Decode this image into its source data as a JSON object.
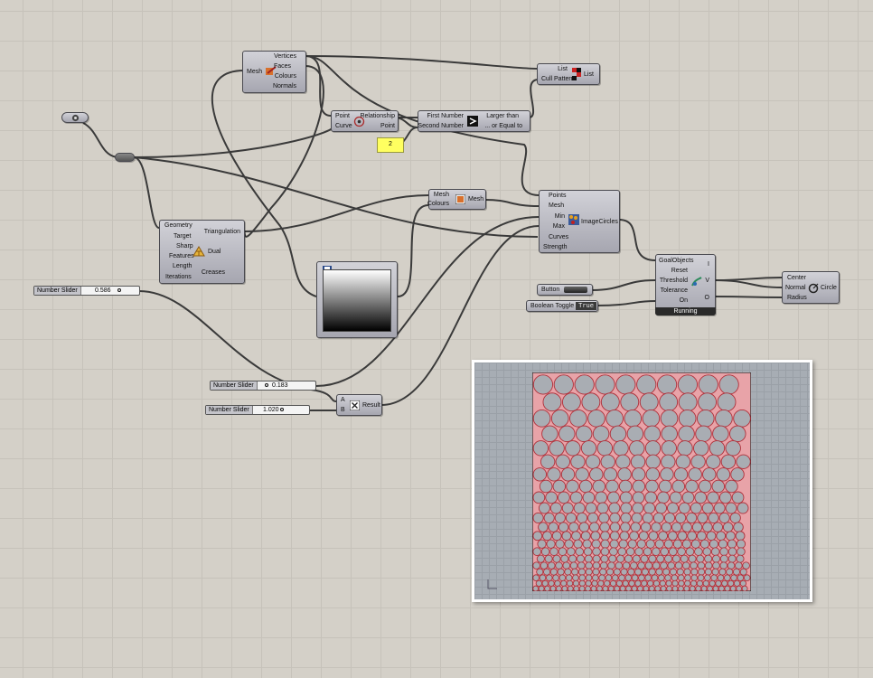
{
  "canvas": {
    "mesh_deconstruct": {
      "input": "Mesh",
      "outputs": [
        "Vertices",
        "Faces",
        "Colours",
        "Normals"
      ]
    },
    "list_cull": {
      "inputs": [
        "List",
        "Cull Pattern"
      ],
      "output": "List"
    },
    "point_in_curve": {
      "inputs": [
        "Point",
        "Curve"
      ],
      "outputs": [
        "Relationship",
        "Point"
      ]
    },
    "larger_than": {
      "inputs": [
        "First Number",
        "Second Number"
      ],
      "outputs": [
        "Larger than",
        "... or Equal to"
      ]
    },
    "yellow_panel": {
      "value": "2"
    },
    "mesh_colour": {
      "inputs": [
        "Mesh",
        "Colours"
      ],
      "output": "Mesh"
    },
    "image_circles": {
      "inputs": [
        "Points",
        "Mesh",
        "Min",
        "Max",
        "Curves",
        "Strength"
      ],
      "title": "ImageCircles"
    },
    "triangulation": {
      "inputs": [
        "Geometry",
        "Target",
        "Sharp",
        "Features",
        "Length",
        "Iterations"
      ],
      "outputs": [
        "Triangulation",
        "Dual",
        "Creases"
      ]
    },
    "kangaroo_solver": {
      "inputs": [
        "GoalObjects",
        "Reset",
        "Threshold",
        "Tolerance",
        "On"
      ],
      "outputs": [
        "I",
        "V",
        "O"
      ],
      "status": "Running"
    },
    "circle_cnr": {
      "inputs": [
        "Center",
        "Normal",
        "Radius"
      ],
      "output": "Circle"
    },
    "multiply": {
      "inputs": [
        "A",
        "B"
      ],
      "output": "Result"
    },
    "button": {
      "label": "Button"
    },
    "toggle": {
      "label": "Boolean Toggle",
      "value": "True"
    },
    "sliders": [
      {
        "name": "Number Slider",
        "value": "0.586"
      },
      {
        "name": "Number Slider",
        "value": "0.183"
      },
      {
        "name": "Number Slider",
        "value": "1.020"
      }
    ]
  },
  "colors": {
    "wire": "#3a3a3a",
    "circle": "#b0303a",
    "panel": "#ffff60",
    "status_bar": "#2a2a2a"
  }
}
